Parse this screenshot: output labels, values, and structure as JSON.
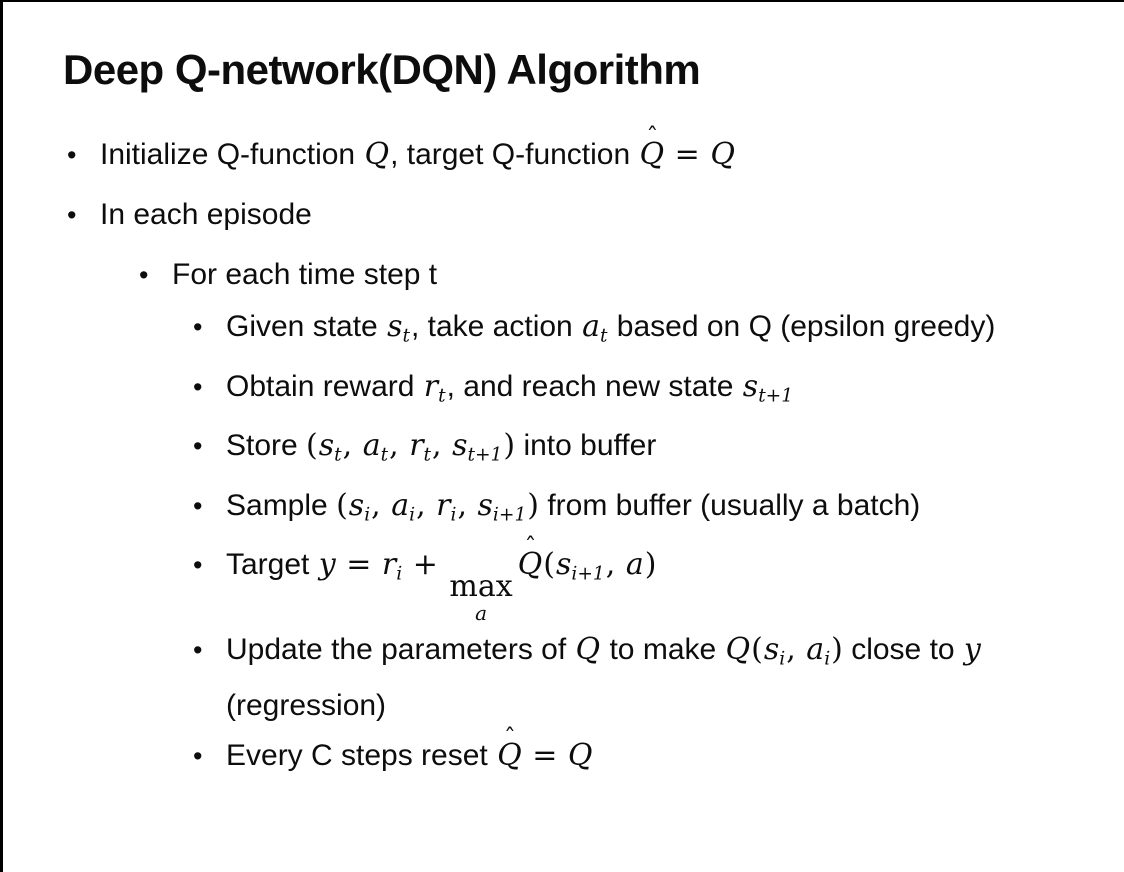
{
  "slide": {
    "title": "Deep Q-network(DQN) Algorithm",
    "bullet_glyph": "•",
    "hat_glyph": "ˆ",
    "colors": {
      "background": "#ffffff",
      "text": "#0d0d0d",
      "border": "#000000"
    },
    "bullets": [
      {
        "level": 1,
        "segments": [
          {
            "text": "Initialize Q-function "
          },
          {
            "math": "Q"
          },
          {
            "text": ", target Q-function "
          },
          {
            "math": "Q",
            "hat": true
          },
          {
            "op": " = "
          },
          {
            "math": "Q"
          }
        ]
      },
      {
        "level": 1,
        "segments": [
          {
            "text": "In each episode"
          }
        ]
      },
      {
        "level": 2,
        "segments": [
          {
            "text": "For each time step t"
          }
        ]
      },
      {
        "level": 3,
        "segments": [
          {
            "text": "Given state "
          },
          {
            "math": "s",
            "sub": "t"
          },
          {
            "text": ", take action "
          },
          {
            "math": "a",
            "sub": "t"
          },
          {
            "text": " based on Q (epsilon greedy)"
          }
        ]
      },
      {
        "level": 3,
        "segments": [
          {
            "text": "Obtain reward "
          },
          {
            "math": "r",
            "sub": "t"
          },
          {
            "text": ", and reach new state "
          },
          {
            "math": "s",
            "sub": "t+1"
          }
        ]
      },
      {
        "level": 3,
        "segments": [
          {
            "text": "Store "
          },
          {
            "op": "("
          },
          {
            "math": "s",
            "sub": "t"
          },
          {
            "op": ", "
          },
          {
            "math": "a",
            "sub": "t"
          },
          {
            "op": ", "
          },
          {
            "math": "r",
            "sub": "t"
          },
          {
            "op": ", "
          },
          {
            "math": "s",
            "sub": "t+1"
          },
          {
            "op": ")"
          },
          {
            "text": " into buffer"
          }
        ]
      },
      {
        "level": 3,
        "segments": [
          {
            "text": "Sample "
          },
          {
            "op": "("
          },
          {
            "math": "s",
            "sub": "i"
          },
          {
            "op": ", "
          },
          {
            "math": "a",
            "sub": "i"
          },
          {
            "op": ", "
          },
          {
            "math": "r",
            "sub": "i"
          },
          {
            "op": ", "
          },
          {
            "math": "s",
            "sub": "i+1"
          },
          {
            "op": ")"
          },
          {
            "text": " from buffer (usually a batch)"
          }
        ]
      },
      {
        "level": 3,
        "segments": [
          {
            "text": "Target "
          },
          {
            "math": "y"
          },
          {
            "op": " = "
          },
          {
            "math": "r",
            "sub": "i"
          },
          {
            "op": " + "
          },
          {
            "maxUnder": "a",
            "label": "max"
          },
          {
            "math": "Q",
            "hat": true
          },
          {
            "op": "("
          },
          {
            "math": "s",
            "sub": "i+1"
          },
          {
            "op": ", "
          },
          {
            "math": "a"
          },
          {
            "op": ")"
          }
        ]
      },
      {
        "level": 3,
        "segments": [
          {
            "text": "Update the parameters of "
          },
          {
            "math": "Q"
          },
          {
            "text": " to make "
          },
          {
            "math": "Q"
          },
          {
            "op": "("
          },
          {
            "math": "s",
            "sub": "i"
          },
          {
            "op": ", "
          },
          {
            "math": "a",
            "sub": "i"
          },
          {
            "op": ")"
          },
          {
            "text": " close to "
          },
          {
            "math": "y"
          },
          {
            "text": " (regression)"
          }
        ]
      },
      {
        "level": 3,
        "segments": [
          {
            "text": "Every C steps reset "
          },
          {
            "math": "Q",
            "hat": true
          },
          {
            "op": " = "
          },
          {
            "math": "Q"
          }
        ]
      }
    ]
  }
}
